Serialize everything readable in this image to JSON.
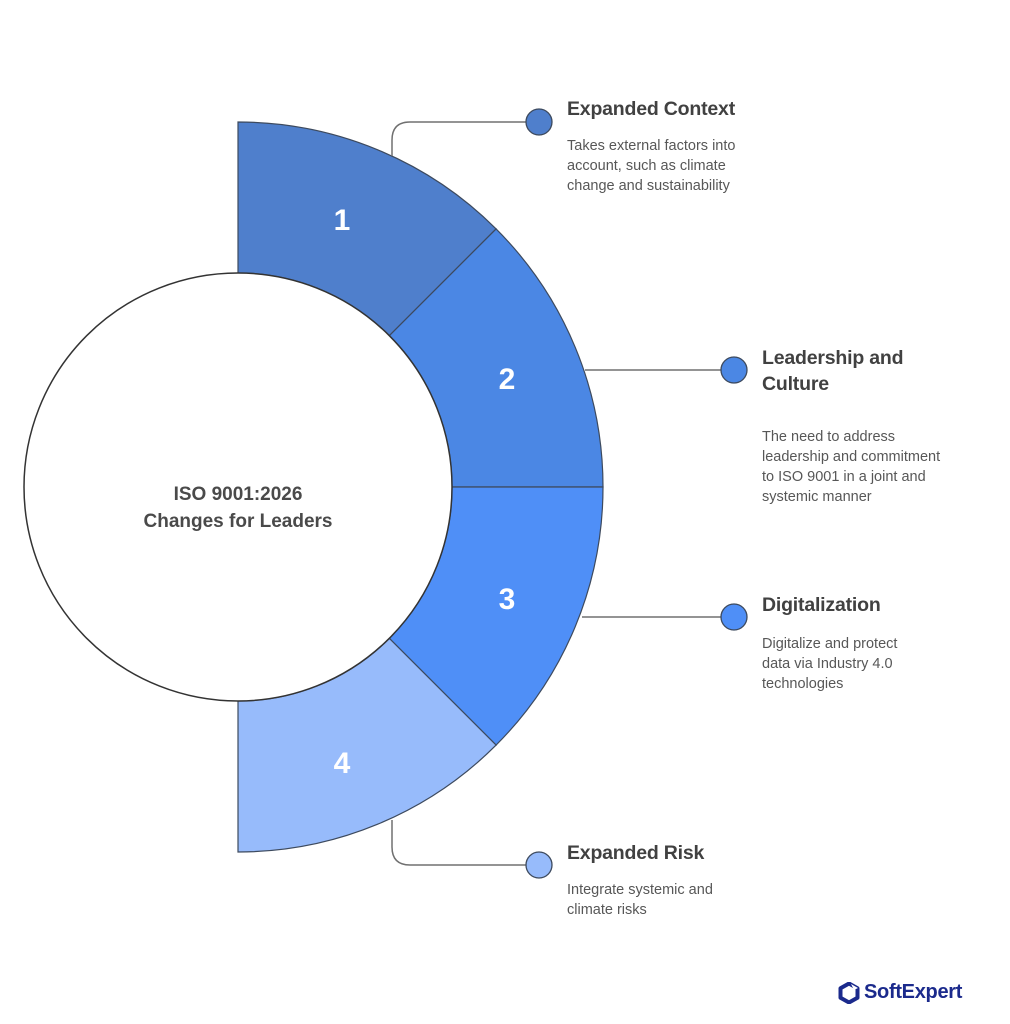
{
  "center": {
    "line1": "ISO 9001:2026",
    "line2": "Changes for Leaders"
  },
  "segments": [
    {
      "number": "1",
      "color": "#4f7fcc"
    },
    {
      "number": "2",
      "color": "#4b87e4"
    },
    {
      "number": "3",
      "color": "#4f8ff7"
    },
    {
      "number": "4",
      "color": "#97bbfb"
    }
  ],
  "items": [
    {
      "title": "Expanded Context",
      "description": "Takes external factors into account, such as climate change and sustainability",
      "dot_color": "#4f7fcc"
    },
    {
      "title": "Leadership and Culture",
      "description": "The need to address leadership and commitment to ISO 9001 in a joint and systemic manner",
      "dot_color": "#4b87e4"
    },
    {
      "title": "Digitalization",
      "description": "Digitalize and protect data via Industry 4.0 technologies",
      "dot_color": "#4f8ff7"
    },
    {
      "title": "Expanded Risk",
      "description": "Integrate systemic and climate risks",
      "dot_color": "#97bbfb"
    }
  ],
  "logo": {
    "icon": "softexpert-hexagon-icon",
    "text": "SoftExpert",
    "color": "#1b2a8c"
  }
}
